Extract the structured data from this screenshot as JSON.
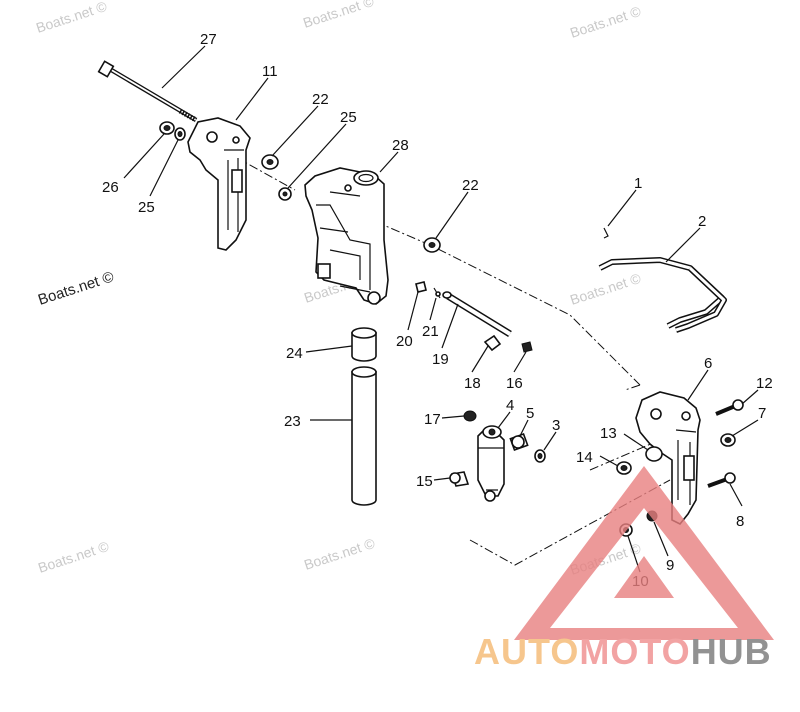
{
  "watermark": {
    "text": "Boats.net ©"
  },
  "logo": {
    "part1": "AUTO",
    "part2": "MOTO",
    "part3": "HUB",
    "colors": {
      "auto": "#f5b971",
      "moto": "#ef8d8d",
      "hub": "#777777",
      "triangle": "#e88080"
    }
  },
  "callouts": [
    {
      "id": "27",
      "label": "27"
    },
    {
      "id": "11",
      "label": "11"
    },
    {
      "id": "22a",
      "label": "22"
    },
    {
      "id": "25a",
      "label": "25"
    },
    {
      "id": "28",
      "label": "28"
    },
    {
      "id": "26",
      "label": "26"
    },
    {
      "id": "25b",
      "label": "25"
    },
    {
      "id": "22b",
      "label": "22"
    },
    {
      "id": "1",
      "label": "1"
    },
    {
      "id": "2",
      "label": "2"
    },
    {
      "id": "20",
      "label": "20"
    },
    {
      "id": "21",
      "label": "21"
    },
    {
      "id": "19",
      "label": "19"
    },
    {
      "id": "24",
      "label": "24"
    },
    {
      "id": "18",
      "label": "18"
    },
    {
      "id": "16",
      "label": "16"
    },
    {
      "id": "6",
      "label": "6"
    },
    {
      "id": "12",
      "label": "12"
    },
    {
      "id": "7",
      "label": "7"
    },
    {
      "id": "23",
      "label": "23"
    },
    {
      "id": "17",
      "label": "17"
    },
    {
      "id": "4",
      "label": "4"
    },
    {
      "id": "5",
      "label": "5"
    },
    {
      "id": "3",
      "label": "3"
    },
    {
      "id": "13",
      "label": "13"
    },
    {
      "id": "14",
      "label": "14"
    },
    {
      "id": "15",
      "label": "15"
    },
    {
      "id": "8",
      "label": "8"
    },
    {
      "id": "9",
      "label": "9"
    },
    {
      "id": "10",
      "label": "10"
    }
  ]
}
